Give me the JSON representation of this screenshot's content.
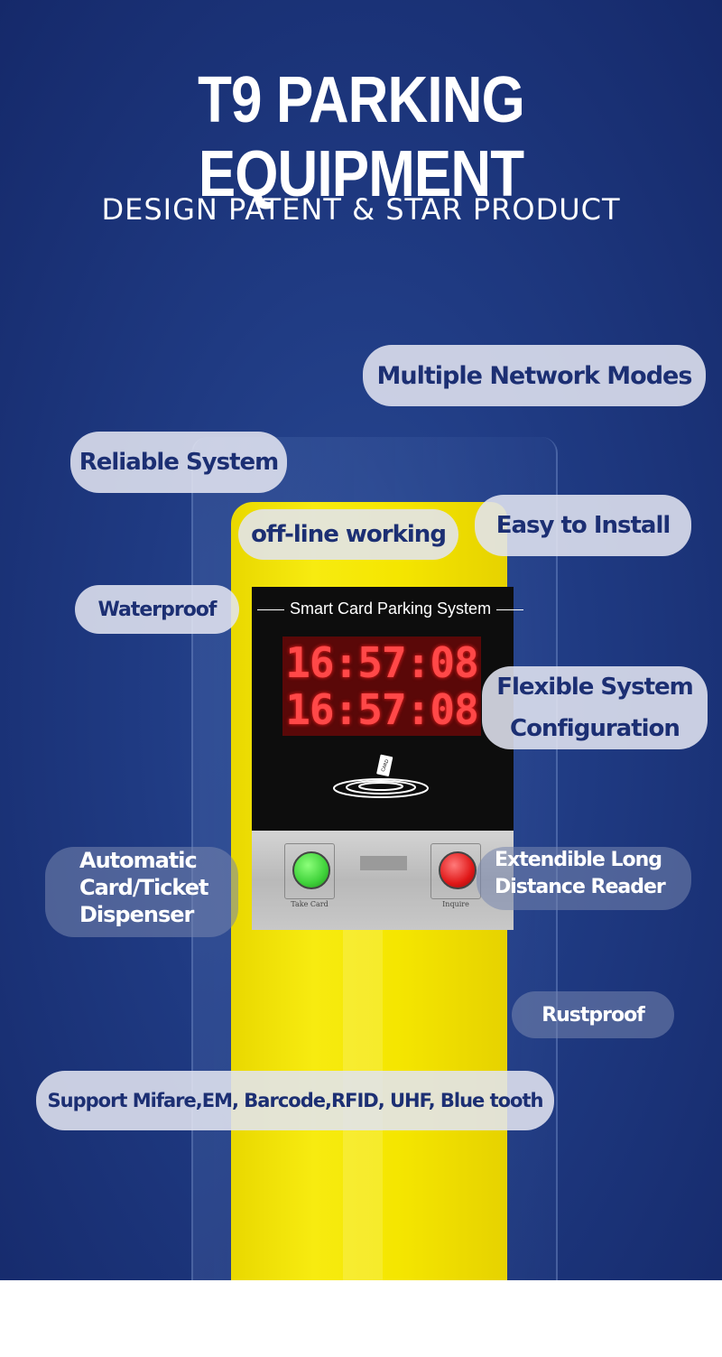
{
  "header": {
    "title": "T9 PARKING EQUIPMENT",
    "subtitle": "DESIGN PATENT & STAR PRODUCT"
  },
  "device": {
    "panel_title": "Smart Card Parking System",
    "time_line_1": "16:57:08",
    "time_line_2": "16:57:08",
    "card_icon_text": "CARD",
    "take_card_label": "Take Card",
    "inquire_label": "Inquire"
  },
  "features": {
    "multiple_network_modes": "Multiple Network Modes",
    "reliable_system": "Reliable System",
    "offline_working": "off-line working",
    "easy_to_install": "Easy to Install",
    "waterproof": "Waterproof",
    "flexible_line_1": "Flexible System",
    "flexible_line_2": "Configuration",
    "dispenser_line_1": "Automatic",
    "dispenser_line_2": "Card/Ticket",
    "dispenser_line_3": "Dispenser",
    "reader_line_1": "Extendible Long",
    "reader_line_2": "Distance Reader",
    "rustproof": "Rustproof",
    "support": "Support Mifare,EM, Barcode,RFID, UHF, Blue tooth"
  },
  "colors": {
    "background": "#1f3a82",
    "body_yellow": "#f5e600",
    "led_red": "#ff4848",
    "take_card_button": "#3fd13a",
    "inquire_button": "#e01818",
    "pill_text": "#1c2f73"
  },
  "icons": [
    "rfid-card-icon",
    "take-card-button-icon",
    "inquire-button-icon"
  ]
}
